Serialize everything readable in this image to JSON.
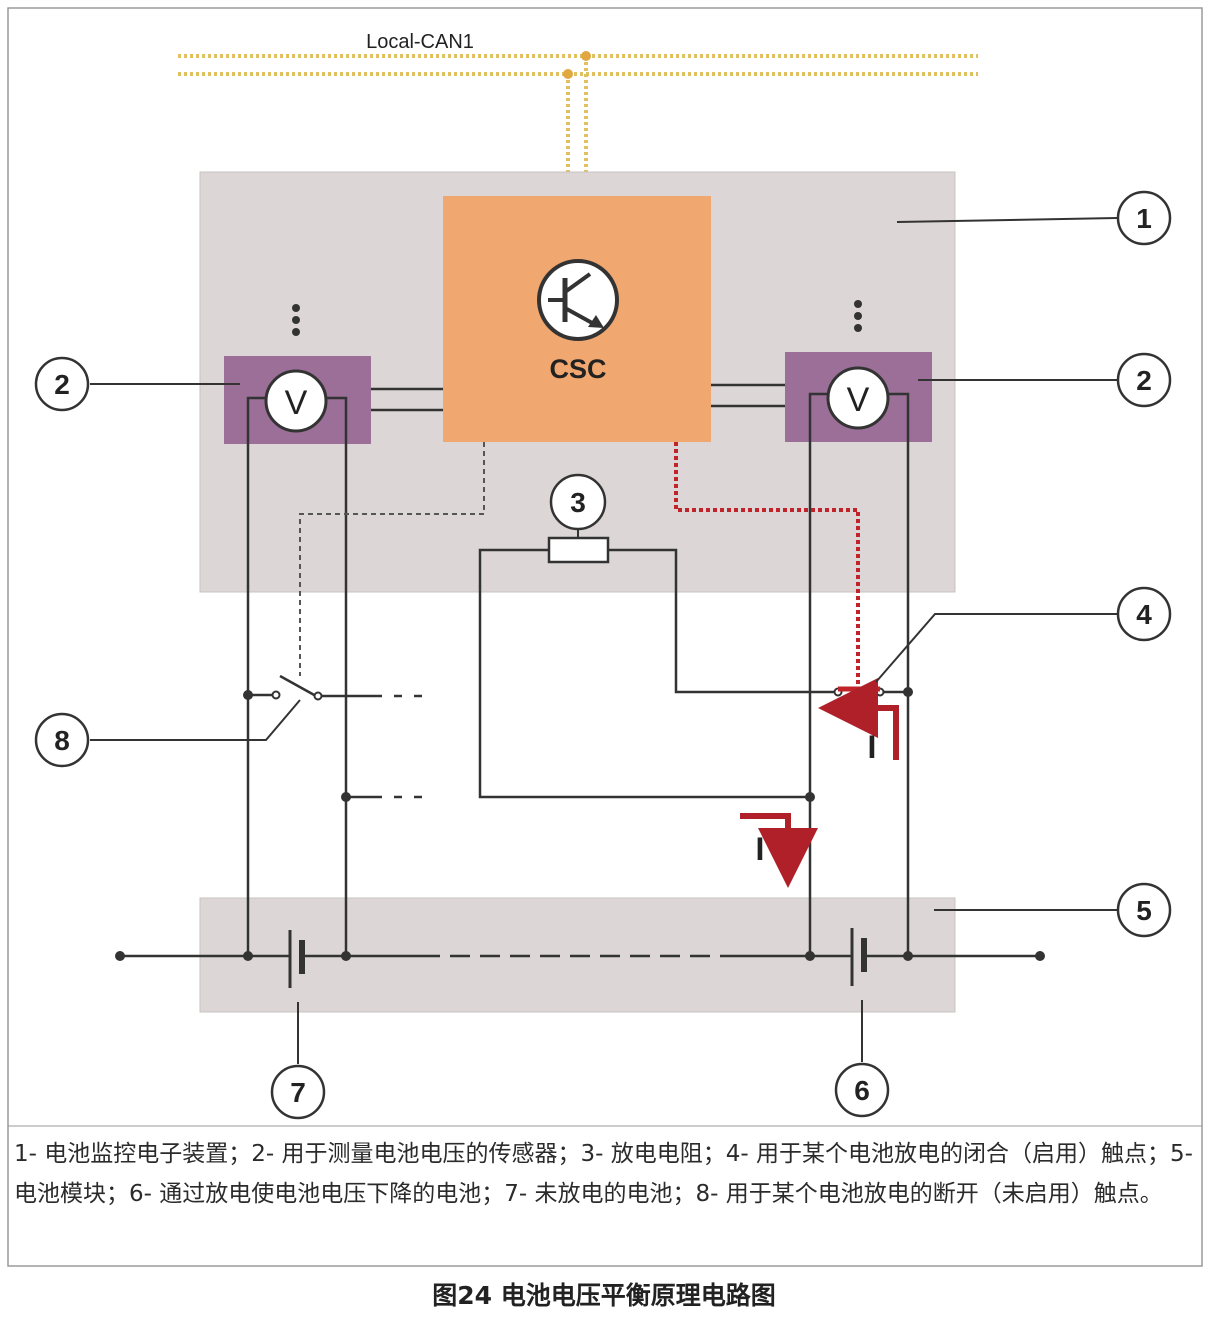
{
  "diagram": {
    "bus_label": "Local-CAN1",
    "controller_label": "CSC",
    "voltmeter_symbol": "V",
    "current_symbol": "I",
    "callouts": [
      "1",
      "2",
      "2",
      "3",
      "4",
      "5",
      "6",
      "7",
      "8"
    ]
  },
  "caption": "1- 电池监控电子装置；2- 用于测量电池电压的传感器；3- 放电电阻；4- 用于某个电池放电的闭合（启用）触点；5- 电池模块；6- 通过放电使电池电压下降的电池；7- 未放电的电池；8- 用于某个电池放电的断开（未启用）触点。",
  "figure_title": "图24 电池电压平衡原理电路图",
  "colors": {
    "module_fill": "#dcd7d6",
    "controller_fill": "#f0a770",
    "sensor_fill": "#9b6f97",
    "bus_color": "#e0c060",
    "discharge_path": "#c0242a",
    "wire": "#333333"
  }
}
